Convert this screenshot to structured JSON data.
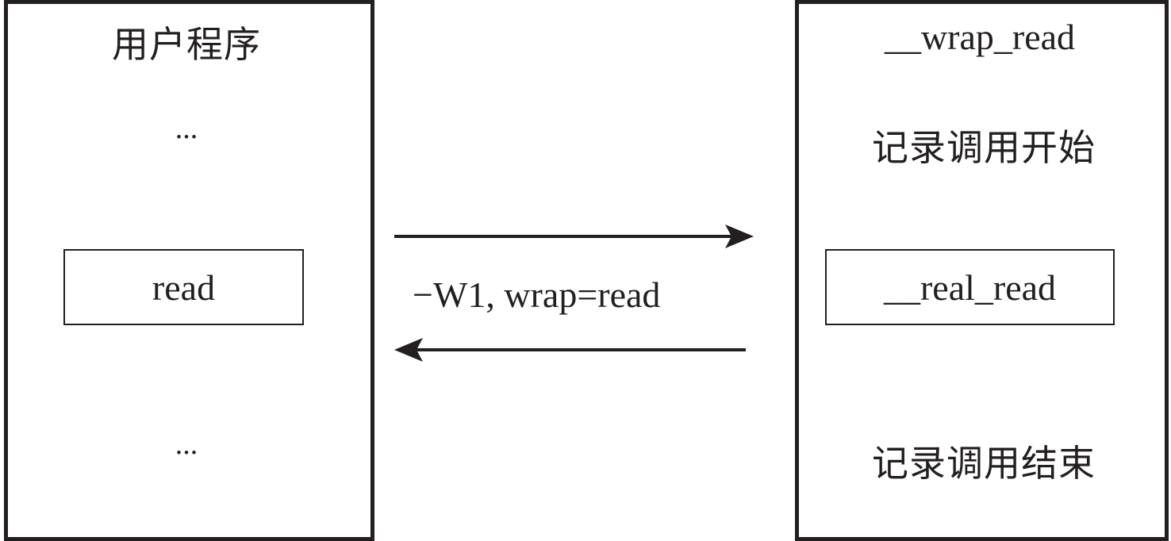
{
  "left_panel": {
    "title": "用户程序",
    "ellipsis_top": "...",
    "function_box": "read",
    "ellipsis_bottom": "..."
  },
  "right_panel": {
    "title": "__wrap_read",
    "step_start": "记录调用开始",
    "function_box": "__real_read",
    "step_end": "记录调用结束"
  },
  "connector": {
    "label": "−W1, wrap=read",
    "forward_arrow": "call-arrow-right",
    "return_arrow": "return-arrow-left"
  },
  "colors": {
    "stroke": "#231f20",
    "background": "#ffffff"
  }
}
